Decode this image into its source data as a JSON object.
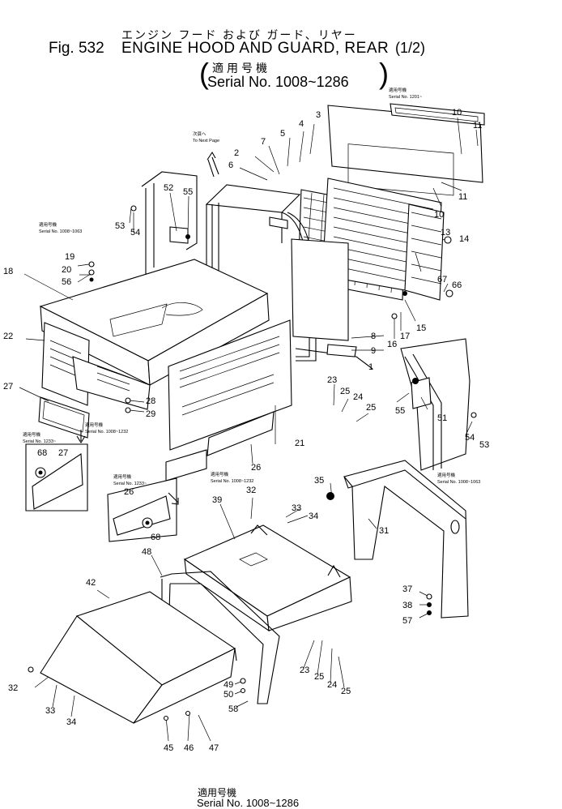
{
  "header": {
    "title_jp": "エンジン フード および ガード、リヤー",
    "fig_number": "Fig. 532",
    "title": "ENGINE HOOD AND GUARD, REAR",
    "part": "(1/2)",
    "applicability_jp": "適用号機",
    "serial_range": "Serial No. 1008~1286"
  },
  "notes": {
    "next_page_jp": "次頁へ",
    "next_page": "To Next Page",
    "serial_1201_jp": "適用号機",
    "serial_1201": "Serial No. 1201~",
    "serial_1008_1063_jp": "適用号機",
    "serial_1008_1063": "Serial No. 1008~1063",
    "serial_1233_jp": "適用号機",
    "serial_1233": "Serial No. 1233~",
    "serial_1008_1232_jp": "適用号機",
    "serial_1008_1232": "Serial No. 1008~1232"
  },
  "callouts": [
    "1",
    "2",
    "3",
    "4",
    "5",
    "6",
    "7",
    "8",
    "9",
    "10",
    "11",
    "13",
    "14",
    "15",
    "16",
    "17",
    "18",
    "19",
    "20",
    "21",
    "22",
    "23",
    "24",
    "25",
    "26",
    "27",
    "28",
    "29",
    "31",
    "32",
    "33",
    "34",
    "35",
    "37",
    "38",
    "39",
    "42",
    "45",
    "46",
    "47",
    "48",
    "49",
    "50",
    "51",
    "52",
    "53",
    "54",
    "55",
    "56",
    "57",
    "58",
    "66",
    "67",
    "68"
  ],
  "footer": {
    "applicability_jp": "適用号機",
    "serial_range": "Serial No. 1008~1286"
  }
}
